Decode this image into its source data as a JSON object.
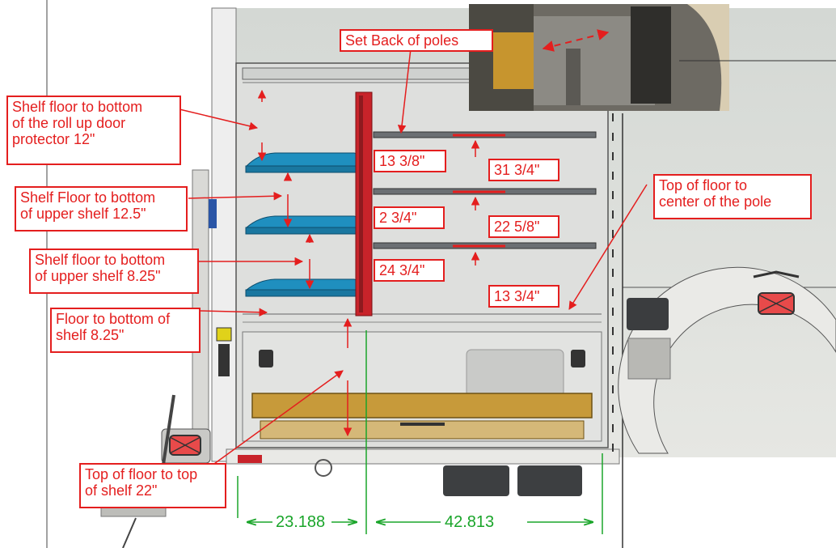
{
  "callouts": {
    "set_back": "Set Back of poles",
    "door_protector": "Shelf floor to bottom\nof the roll up door\nprotector 12\"",
    "upper_shelf_1": "Shelf Floor to bottom\nof upper shelf 12.5\"",
    "upper_shelf_2": "Shelf floor to bottom\nof upper shelf 8.25\"",
    "floor_bottom": "Floor to bottom of\nshelf 8.25\"",
    "top_floor_top_shelf": "Top of floor to top\nof shelf 22\"",
    "top_floor_pole": "Top of floor to\ncenter of the pole",
    "pole_gap_1": "13 3/8\"",
    "pole_gap_2": "2 3/4\"",
    "pole_gap_3": "24 3/4\"",
    "pole_h_1": "31 3/4\"",
    "pole_h_2": "22 5/8\"",
    "pole_h_3": "13 3/4\""
  },
  "dimensions": {
    "left": "23.188",
    "right": "42.813"
  },
  "colors": {
    "annotation": "#e41e1e",
    "dimension": "#1aa52a",
    "shelf": "#1f8fbf",
    "pole_bracket": "#c8232a",
    "tray": "#c79a3a"
  }
}
